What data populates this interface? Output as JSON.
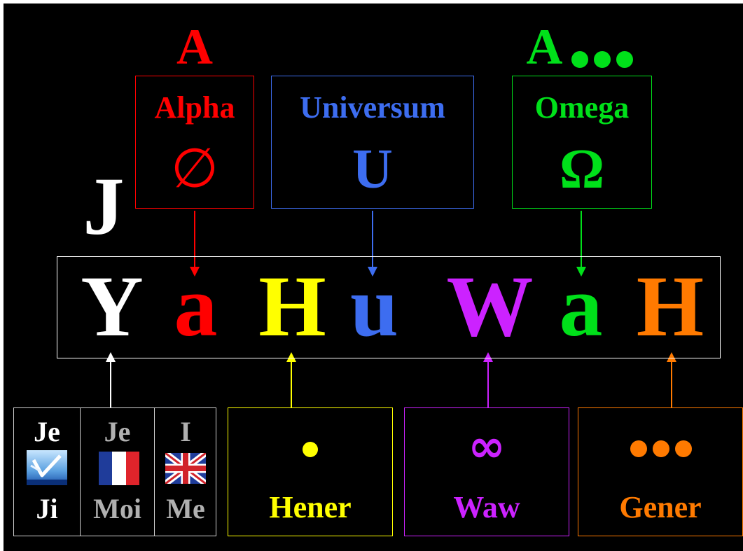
{
  "colors": {
    "background": "#000000",
    "alpha": "#ff0000",
    "universum": "#3d6df0",
    "omega": "#00e01a",
    "hener": "#ffff00",
    "waw": "#cc22ff",
    "gener": "#ff7a00",
    "white": "#ffffff",
    "gray": "#b0b0b0"
  },
  "top": {
    "a_red": "A",
    "a_green": "A",
    "alpha_label": "Alpha",
    "alpha_symbol": "∅",
    "universum_label": "Universum",
    "universum_symbol": "U",
    "omega_label": "Omega",
    "omega_symbol": "Ω"
  },
  "j_letter": "J",
  "name_letters": [
    "Y",
    "a",
    "H",
    "u",
    "W",
    "a",
    "H"
  ],
  "bottom": {
    "je_fr_col": {
      "top": "Je",
      "bottom": "Ji",
      "flag_icon": "verba-logo-icon"
    },
    "je_french": {
      "top": "Je",
      "bottom": "Moi",
      "flag_icon": "france-flag-icon"
    },
    "i_english": {
      "top": "I",
      "bottom": "Me",
      "flag_icon": "uk-flag-icon"
    },
    "hener": {
      "symbol": "",
      "label": "Hener"
    },
    "waw": {
      "symbol": "∞",
      "label": "Waw"
    },
    "gener": {
      "symbol": "",
      "label": "Gener"
    }
  }
}
